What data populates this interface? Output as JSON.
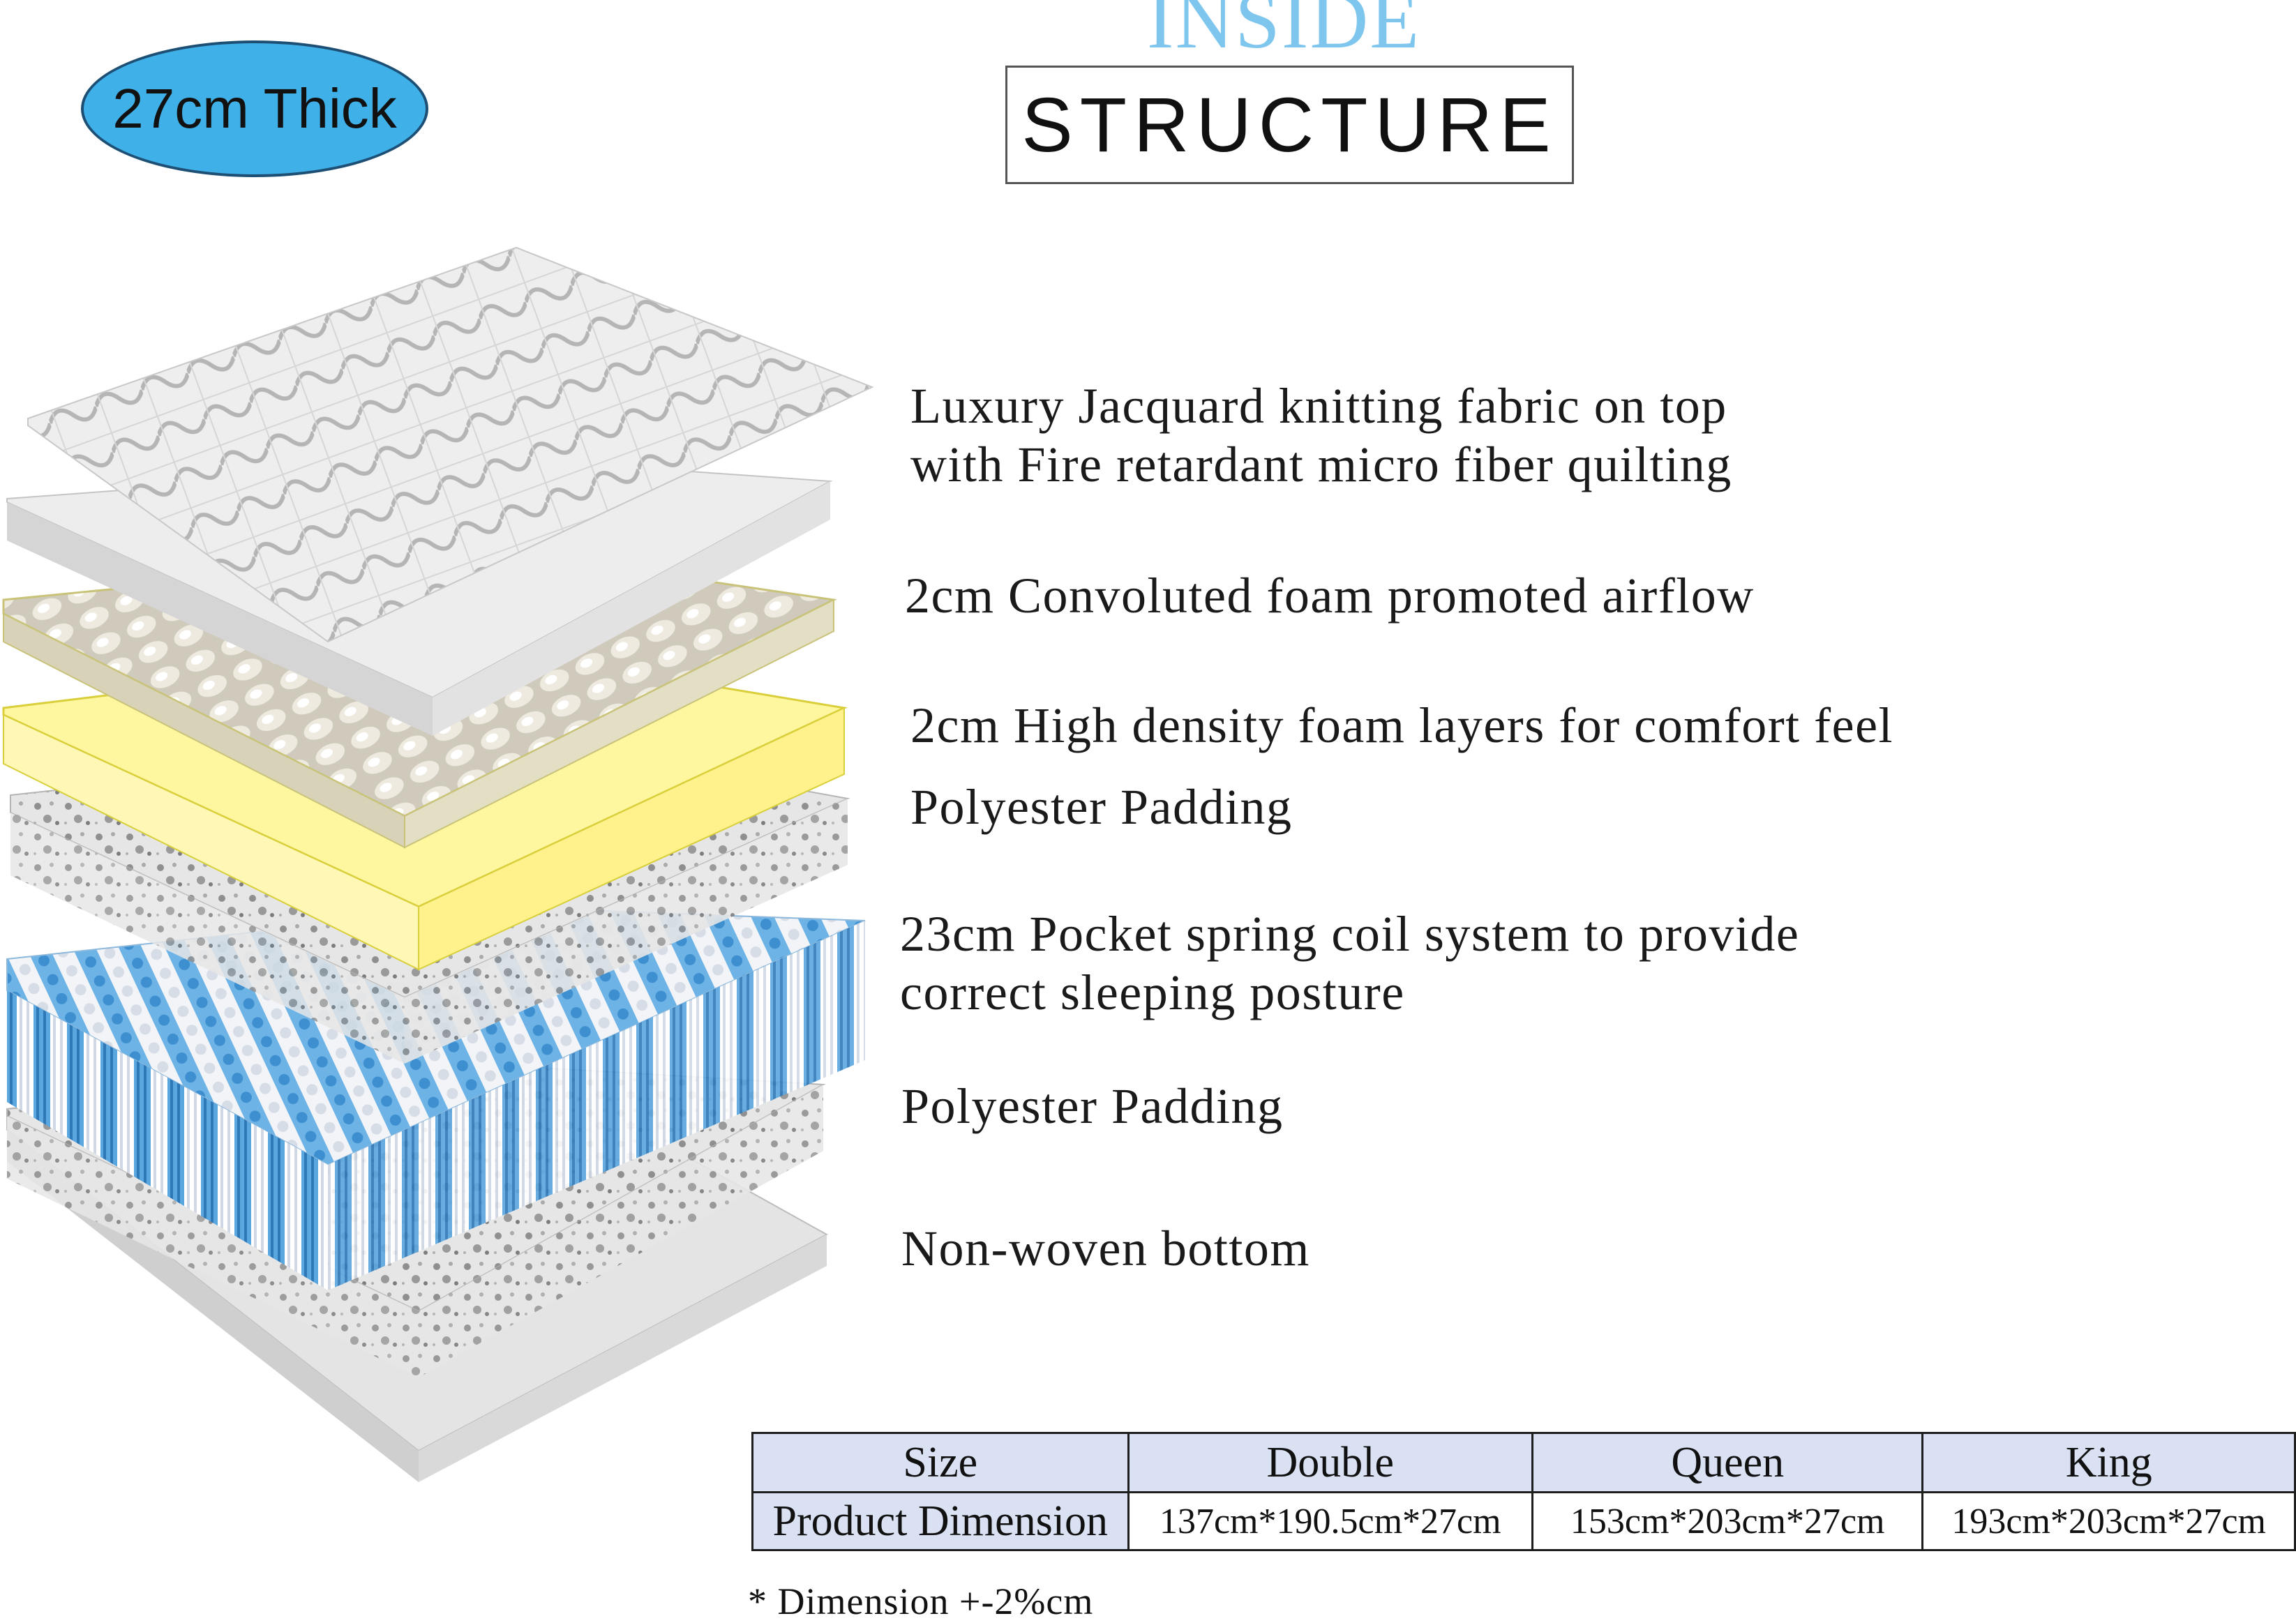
{
  "badge": {
    "text": "27cm Thick",
    "color": "#3fb0e8"
  },
  "header": {
    "inside": "INSIDE",
    "structure": "STRUCTURE"
  },
  "layers": [
    {
      "line1": "Luxury Jacquard knitting fabric on top",
      "line2": "with Fire retardant micro fiber quilting"
    },
    {
      "line1": "2cm Convoluted foam promoted airflow"
    },
    {
      "line1": "2cm High density foam layers for comfort feel"
    },
    {
      "line1": "Polyester Padding"
    },
    {
      "line1": "23cm Pocket spring coil system to provide",
      "line2": "correct sleeping posture"
    },
    {
      "line1": "Polyester Padding"
    },
    {
      "line1": "Non-woven bottom"
    }
  ],
  "table": {
    "headers": [
      "Size",
      "Double",
      "Queen",
      "King"
    ],
    "row": [
      "Product Dimension",
      "137cm*190.5cm*27cm",
      "153cm*203cm*27cm",
      "193cm*203cm*27cm"
    ]
  },
  "note": "* Dimension +-2%cm",
  "colors": {
    "spring_blue": "#5aa6df",
    "high_density_yellow": "#fff6a0",
    "header_fill": "#d9e1f2"
  }
}
